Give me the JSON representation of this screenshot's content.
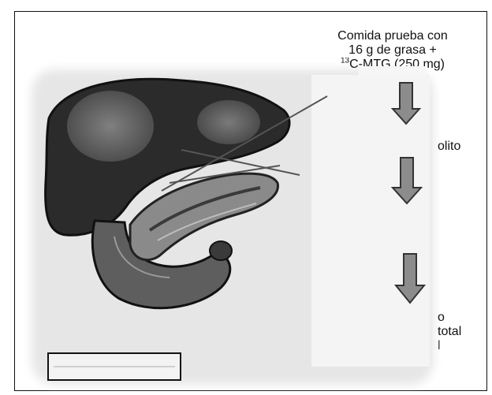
{
  "figure": {
    "meal_line1": "Comida prueba con",
    "meal_line2": "16 g de grasa +",
    "meal_line3_tail": "C-MTG (250 mg)",
    "label_mid_partial": "olito",
    "label_low_partial1": "o",
    "label_low_partial2": "total",
    "label_low_partial3": "l"
  },
  "colors": {
    "organ_dark": "#2a2a2a",
    "organ_mid": "#7a7a7a",
    "organ_light": "#b5b5b5",
    "arrow_fill": "#8c8c8c",
    "background_blur": "#ececec"
  },
  "icons": [
    "down-arrow-icon",
    "down-arrow-icon",
    "down-arrow-icon"
  ]
}
